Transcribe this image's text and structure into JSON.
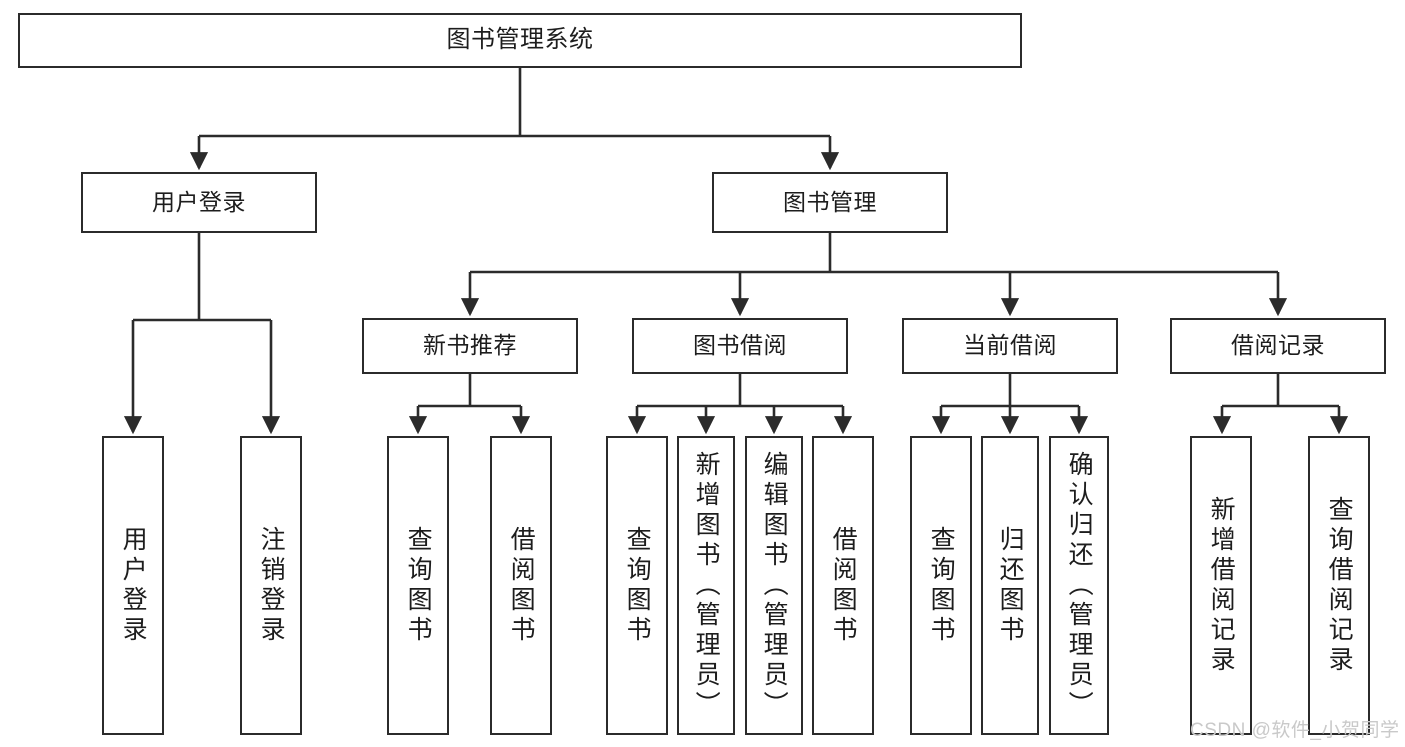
{
  "diagram": {
    "title": "图书管理系统",
    "watermark": "CSDN @软件_小贺同学",
    "line_color": "#2b2b2b",
    "box_fill": "#ffffff",
    "text_color": "#1d1d1d",
    "watermark_color": "#c9c9c9",
    "type": "tree",
    "levels": 4
  },
  "nodes": {
    "root": {
      "label": "图书管理系统"
    },
    "level2": [
      {
        "id": "user-login",
        "label": "用户登录"
      },
      {
        "id": "book-management",
        "label": "图书管理"
      }
    ],
    "level3": [
      {
        "id": "new-book-recommend",
        "label": "新书推荐"
      },
      {
        "id": "book-borrow",
        "label": "图书借阅"
      },
      {
        "id": "current-borrow",
        "label": "当前借阅"
      },
      {
        "id": "borrow-record",
        "label": "借阅记录"
      }
    ],
    "leaves": {
      "user_login": [
        {
          "id": "leaf-user-login",
          "label": "用户登录"
        },
        {
          "id": "leaf-logout",
          "label": "注销登录"
        }
      ],
      "new_book_recommend": [
        {
          "id": "leaf-query-book-1",
          "label": "查询图书"
        },
        {
          "id": "leaf-borrow-book-1",
          "label": "借阅图书"
        }
      ],
      "book_borrow": [
        {
          "id": "leaf-query-book-2",
          "label": "查询图书"
        },
        {
          "id": "leaf-add-book",
          "label": "新增图书（管理员）"
        },
        {
          "id": "leaf-edit-book",
          "label": "编辑图书（管理员）"
        },
        {
          "id": "leaf-borrow-book-2",
          "label": "借阅图书"
        }
      ],
      "current_borrow": [
        {
          "id": "leaf-query-book-3",
          "label": "查询图书"
        },
        {
          "id": "leaf-return-book",
          "label": "归还图书"
        },
        {
          "id": "leaf-confirm-return",
          "label": "确认归还（管理员）"
        }
      ],
      "borrow_record": [
        {
          "id": "leaf-add-record",
          "label": "新增借阅记录"
        },
        {
          "id": "leaf-query-record",
          "label": "查询借阅记录"
        }
      ]
    }
  }
}
